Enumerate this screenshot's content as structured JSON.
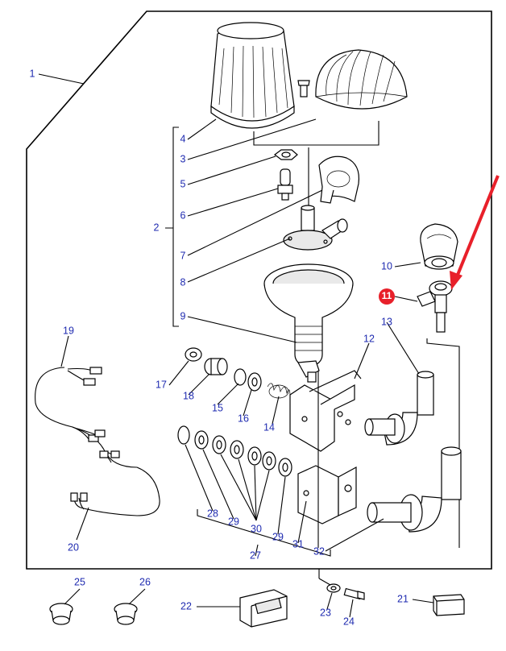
{
  "highlight_color": "#e8202a",
  "arrow_color": "#e8202a",
  "label_color": "#1f2bb0",
  "callouts": {
    "c1": "1",
    "c2": "2",
    "c3": "3",
    "c4": "4",
    "c5": "5",
    "c6": "6",
    "c7": "7",
    "c8": "8",
    "c9": "9",
    "c10": "10",
    "c11": "11",
    "c12": "12",
    "c13": "13",
    "c14": "14",
    "c15": "15",
    "c16": "16",
    "c17": "17",
    "c18": "18",
    "c19": "19",
    "c20": "20",
    "c21": "21",
    "c22": "22",
    "c23": "23",
    "c24": "24",
    "c25": "25",
    "c26": "26",
    "c27": "27",
    "c28": "28",
    "c29a": "29",
    "c29b": "29",
    "c30": "30",
    "c31": "31",
    "c32": "32"
  },
  "highlighted_part": "11"
}
